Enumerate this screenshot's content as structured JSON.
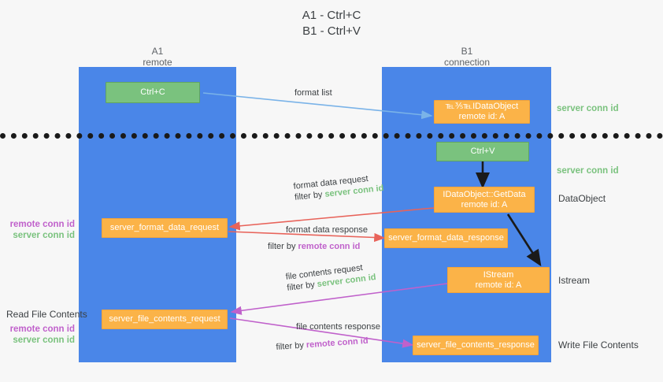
{
  "title": {
    "line1": "A1 - Ctrl+C",
    "line2": "B1 - Ctrl+V"
  },
  "columns": [
    {
      "name": "A1",
      "sub": "remote"
    },
    {
      "name": "B1",
      "sub": "connection"
    }
  ],
  "nodes": {
    "ctrl_c": "Ctrl+C",
    "ctrl_v": "Ctrl+V",
    "idataobject_title": "℡⅗℡IDataObject",
    "idataobject_sub": "remote id: A",
    "getdata_title": "IDataObject::GetData",
    "getdata_sub": "remote id: A",
    "istream_title": "IStream",
    "istream_sub": "remote id: A",
    "server_format_data_request": "server_format_data_request",
    "server_format_data_response": "server_format_data_response",
    "server_file_contents_request": "server_file_contents_request",
    "server_file_contents_response": "server_file_contents_response"
  },
  "right_labels": {
    "server_conn_id_1": "server conn id",
    "server_conn_id_2": "server conn id",
    "dataobject": "DataObject",
    "istream": "Istream",
    "write_file_contents": "Write File Contents"
  },
  "left_labels": {
    "remote_conn_id_1": "remote conn id",
    "server_conn_id_1": "server conn id",
    "read_file_contents": "Read File Contents",
    "remote_conn_id_2": "remote conn id",
    "server_conn_id_2": "server conn id"
  },
  "captions": {
    "format_list": "format list",
    "format_data_request": "format data request",
    "format_data_request_filter_prefix": "filter by ",
    "format_data_request_filter_value": "server conn id",
    "format_data_response": "format data response",
    "format_data_response_filter_prefix": "filter by ",
    "format_data_response_filter_value": "remote conn id",
    "file_contents_request": "file contents request",
    "file_contents_request_filter_prefix": "filter by ",
    "file_contents_request_filter_value": "server conn id",
    "file_contents_response": "file contents response",
    "file_contents_response_filter_prefix": "filter by ",
    "file_contents_response_filter_value": "remote conn id"
  },
  "colors": {
    "lane": "#4a86e8",
    "green_node": "#7ac27e",
    "orange_node": "#fbb348",
    "server_conn": "#7ac27e",
    "remote_conn": "#c061cb",
    "arrow_blue": "#7ab3e8",
    "arrow_red": "#e8635a",
    "arrow_magenta": "#c061cb",
    "arrow_dark": "#1a1a1a",
    "background": "#f7f7f7"
  }
}
